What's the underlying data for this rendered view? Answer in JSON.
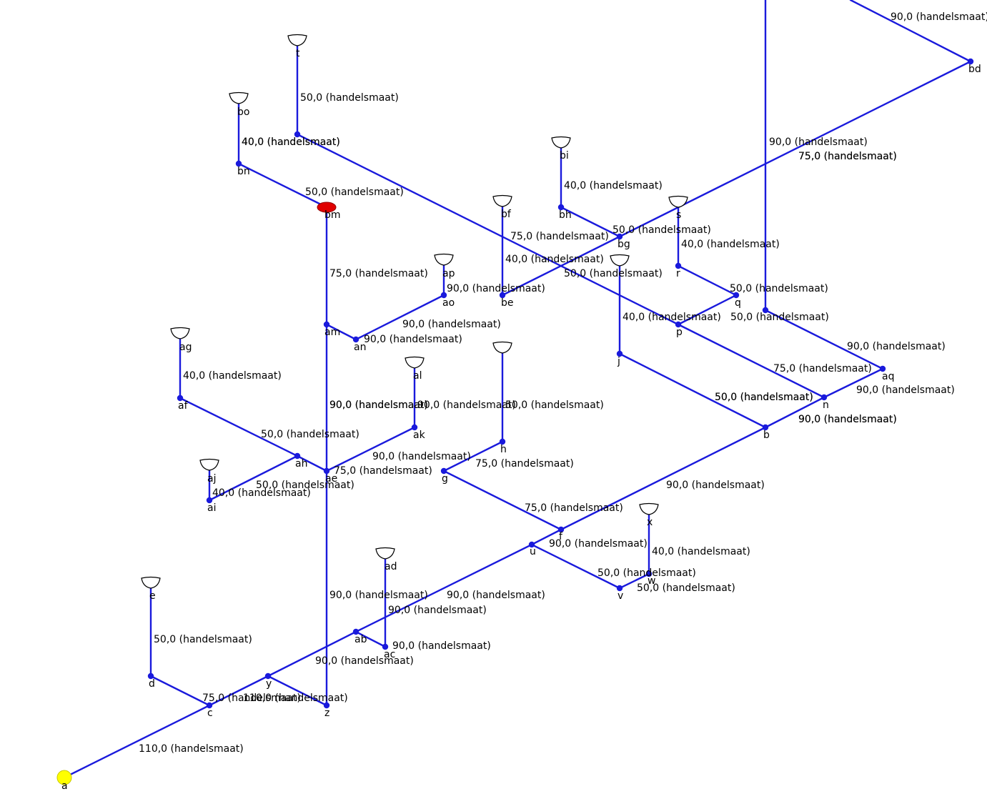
{
  "colors": {
    "pipe": "#1a1adc",
    "node": "#1a1adc",
    "source": "#ffff00",
    "pump": "#e00000",
    "text": "#000000",
    "fixture_stroke": "#000000"
  },
  "nodes": [
    {
      "id": "a",
      "kind": "source",
      "icon": "source-node-icon"
    },
    {
      "id": "c",
      "kind": "junction"
    },
    {
      "id": "d",
      "kind": "junction"
    },
    {
      "id": "e",
      "kind": "fixture",
      "icon": "outlet-fixture-icon"
    },
    {
      "id": "y",
      "kind": "junction"
    },
    {
      "id": "z",
      "kind": "junction"
    },
    {
      "id": "ab",
      "kind": "junction"
    },
    {
      "id": "ac",
      "kind": "junction"
    },
    {
      "id": "ad",
      "kind": "fixture",
      "icon": "outlet-fixture-icon"
    },
    {
      "id": "u",
      "kind": "junction"
    },
    {
      "id": "v",
      "kind": "junction"
    },
    {
      "id": "w",
      "kind": "junction"
    },
    {
      "id": "x",
      "kind": "fixture",
      "icon": "outlet-fixture-icon"
    },
    {
      "id": "f",
      "kind": "junction"
    },
    {
      "id": "g",
      "kind": "junction"
    },
    {
      "id": "h",
      "kind": "junction"
    },
    {
      "id": "i",
      "kind": "fixture",
      "icon": "outlet-fixture-icon"
    },
    {
      "id": "b",
      "kind": "junction"
    },
    {
      "id": "n",
      "kind": "junction"
    },
    {
      "id": "aq",
      "kind": "junction"
    },
    {
      "id": "j",
      "kind": "junction"
    },
    {
      "id": "k",
      "kind": "fixture",
      "icon": "outlet-fixture-icon"
    },
    {
      "id": "p",
      "kind": "junction"
    },
    {
      "id": "q",
      "kind": "junction"
    },
    {
      "id": "r",
      "kind": "junction"
    },
    {
      "id": "s",
      "kind": "fixture",
      "icon": "outlet-fixture-icon"
    },
    {
      "id": "bg",
      "kind": "junction"
    },
    {
      "id": "bh",
      "kind": "junction"
    },
    {
      "id": "bi",
      "kind": "fixture",
      "icon": "outlet-fixture-icon"
    },
    {
      "id": "be",
      "kind": "junction"
    },
    {
      "id": "bf",
      "kind": "fixture",
      "icon": "outlet-fixture-icon"
    },
    {
      "id": "bd",
      "kind": "junction"
    },
    {
      "id": "riser",
      "kind": "junction"
    },
    {
      "id": "ae",
      "kind": "junction"
    },
    {
      "id": "ah",
      "kind": "junction"
    },
    {
      "id": "af",
      "kind": "junction"
    },
    {
      "id": "ag",
      "kind": "fixture",
      "icon": "outlet-fixture-icon"
    },
    {
      "id": "ai",
      "kind": "junction"
    },
    {
      "id": "aj",
      "kind": "fixture",
      "icon": "outlet-fixture-icon"
    },
    {
      "id": "ak",
      "kind": "junction"
    },
    {
      "id": "al",
      "kind": "fixture",
      "icon": "outlet-fixture-icon"
    },
    {
      "id": "am",
      "kind": "junction"
    },
    {
      "id": "an",
      "kind": "junction"
    },
    {
      "id": "ao",
      "kind": "junction"
    },
    {
      "id": "ap",
      "kind": "fixture",
      "icon": "outlet-fixture-icon"
    },
    {
      "id": "bm",
      "kind": "pump",
      "icon": "pump-node-icon"
    },
    {
      "id": "bn",
      "kind": "junction"
    },
    {
      "id": "bo",
      "kind": "fixture",
      "icon": "outlet-fixture-icon"
    },
    {
      "id": "t",
      "kind": "junction"
    },
    {
      "id": "t_top",
      "kind": "fixture",
      "icon": "outlet-fixture-icon"
    }
  ],
  "node_labels": [
    {
      "node": "a",
      "text": "a"
    },
    {
      "node": "c",
      "text": "c"
    },
    {
      "node": "d",
      "text": "d"
    },
    {
      "node": "e",
      "text": "e"
    },
    {
      "node": "y",
      "text": "y"
    },
    {
      "node": "z",
      "text": "z"
    },
    {
      "node": "ab",
      "text": "ab"
    },
    {
      "node": "ac",
      "text": "ac"
    },
    {
      "node": "ad",
      "text": "ad"
    },
    {
      "node": "u",
      "text": "u"
    },
    {
      "node": "v",
      "text": "v"
    },
    {
      "node": "w",
      "text": "w"
    },
    {
      "node": "x",
      "text": "x"
    },
    {
      "node": "f",
      "text": "f"
    },
    {
      "node": "g",
      "text": "g"
    },
    {
      "node": "h",
      "text": "h"
    },
    {
      "node": "b",
      "text": "b"
    },
    {
      "node": "n",
      "text": "n"
    },
    {
      "node": "aq",
      "text": "aq"
    },
    {
      "node": "j",
      "text": "j"
    },
    {
      "node": "p",
      "text": "p"
    },
    {
      "node": "q",
      "text": "q"
    },
    {
      "node": "r",
      "text": "r"
    },
    {
      "node": "s",
      "text": "s"
    },
    {
      "node": "bg",
      "text": "bg"
    },
    {
      "node": "bh",
      "text": "bh"
    },
    {
      "node": "bi",
      "text": "bi"
    },
    {
      "node": "be",
      "text": "be"
    },
    {
      "node": "bf",
      "text": "bf"
    },
    {
      "node": "bd",
      "text": "bd"
    },
    {
      "node": "ae",
      "text": "ae"
    },
    {
      "node": "ah",
      "text": "ah"
    },
    {
      "node": "af",
      "text": "af"
    },
    {
      "node": "ag",
      "text": "ag"
    },
    {
      "node": "ai",
      "text": "ai"
    },
    {
      "node": "aj",
      "text": "aj"
    },
    {
      "node": "ak",
      "text": "ak"
    },
    {
      "node": "al",
      "text": "al"
    },
    {
      "node": "am",
      "text": "am"
    },
    {
      "node": "an",
      "text": "an"
    },
    {
      "node": "ao",
      "text": "ao"
    },
    {
      "node": "ap",
      "text": "ap"
    },
    {
      "node": "bm",
      "text": "bm"
    },
    {
      "node": "bn",
      "text": "bn"
    },
    {
      "node": "bo",
      "text": "bo"
    },
    {
      "node": "t_top",
      "text": "t"
    }
  ],
  "pipes": [
    {
      "from": "a",
      "to": "c",
      "label": "110,0 (handelsmaat)"
    },
    {
      "from": "c",
      "to": "d",
      "label": ""
    },
    {
      "from": "d",
      "to": "e",
      "label": "50,0 (handelsmaat)"
    },
    {
      "from": "c",
      "to": "y",
      "label": "75,0 (handelsmaat)"
    },
    {
      "from": "y",
      "to": "z",
      "label": "110,0 (handelsmaat)"
    },
    {
      "from": "y",
      "to": "ab",
      "label": "90,0 (handelsmaat)"
    },
    {
      "from": "ab",
      "to": "ac",
      "label": "90,0 (handelsmaat)"
    },
    {
      "from": "ac",
      "to": "ad",
      "label": "90,0 (handelsmaat)"
    },
    {
      "from": "ab",
      "to": "u",
      "label": "90,0 (handelsmaat)"
    },
    {
      "from": "u",
      "to": "v",
      "label": "50,0 (handelsmaat)"
    },
    {
      "from": "v",
      "to": "w",
      "label": "50,0 (handelsmaat)"
    },
    {
      "from": "w",
      "to": "x",
      "label": "40,0 (handelsmaat)"
    },
    {
      "from": "u",
      "to": "f",
      "label": "90,0 (handelsmaat)"
    },
    {
      "from": "f",
      "to": "g",
      "label": "75,0 (handelsmaat)"
    },
    {
      "from": "g",
      "to": "h",
      "label": "75,0 (handelsmaat)"
    },
    {
      "from": "h",
      "to": "i",
      "label": "50,0 (handelsmaat)"
    },
    {
      "from": "f",
      "to": "b",
      "label": "90,0 (handelsmaat)"
    },
    {
      "from": "b",
      "to": "n",
      "label": "90,0 (handelsmaat)"
    },
    {
      "from": "n",
      "to": "aq",
      "label": "90,0 (handelsmaat)"
    },
    {
      "from": "b",
      "to": "j",
      "label": "50,0 (handelsmaat)"
    },
    {
      "from": "j",
      "to": "k",
      "label": "40,0 (handelsmaat)"
    },
    {
      "from": "n",
      "to": "p",
      "label": "75,0 (handelsmaat)"
    },
    {
      "from": "p",
      "to": "q",
      "label": "50,0 (handelsmaat)"
    },
    {
      "from": "q",
      "to": "r",
      "label": "50,0 (handelsmaat)"
    },
    {
      "from": "r",
      "to": "s",
      "label": "40,0 (handelsmaat)"
    },
    {
      "from": "p",
      "to": "t",
      "label": "75,0 (handelsmaat)"
    },
    {
      "from": "t",
      "to": "t_top",
      "label": "50,0 (handelsmaat)"
    },
    {
      "from": "aq",
      "to": "riser",
      "label": "90,0 (handelsmaat)"
    },
    {
      "from": "riser",
      "to": "top_exit",
      "label": "90,0 (handelsmaat)"
    },
    {
      "from": "bd",
      "to": "corner_exit",
      "label": "90,0 (handelsmaat)"
    },
    {
      "from": "bd",
      "to": "bg",
      "label": "75,0 (handelsmaat)"
    },
    {
      "from": "bg",
      "to": "bh",
      "label": "50,0 (handelsmaat)"
    },
    {
      "from": "bh",
      "to": "bi",
      "label": "40,0 (handelsmaat)"
    },
    {
      "from": "bg",
      "to": "be",
      "label": "50,0 (handelsmaat)"
    },
    {
      "from": "be",
      "to": "bf",
      "label": "40,0 (handelsmaat)"
    },
    {
      "from": "z",
      "to": "ae",
      "label": "90,0 (handelsmaat)"
    },
    {
      "from": "ae",
      "to": "ah",
      "label": "50,0 (handelsmaat)"
    },
    {
      "from": "ah",
      "to": "af",
      "label": "50,0 (handelsmaat)"
    },
    {
      "from": "af",
      "to": "ag",
      "label": "40,0 (handelsmaat)"
    },
    {
      "from": "ah",
      "to": "ai",
      "label": "40,0 (handelsmaat)"
    },
    {
      "from": "ai",
      "to": "aj",
      "label": ""
    },
    {
      "from": "ae",
      "to": "ak",
      "label": "75,0 (handelsmaat)"
    },
    {
      "from": "ak",
      "to": "al",
      "label": "90,0 (handelsmaat)"
    },
    {
      "from": "ae",
      "to": "am",
      "label": "90,0 (handelsmaat)"
    },
    {
      "from": "am",
      "to": "an",
      "label": "90,0 (handelsmaat)"
    },
    {
      "from": "an",
      "to": "ao",
      "label": "90,0 (handelsmaat)"
    },
    {
      "from": "ao",
      "to": "ap",
      "label": "90,0 (handelsmaat)"
    },
    {
      "from": "am",
      "to": "bm",
      "label": "75,0 (handelsmaat)"
    },
    {
      "from": "bm",
      "to": "bn",
      "label": "50,0 (handelsmaat)"
    },
    {
      "from": "bn",
      "to": "bo",
      "label": "40,0 (handelsmaat)"
    }
  ],
  "extra_labels": [
    "90,0 (handelsmaat)",
    "90,0 (handelsmaat)",
    "90,0 (handelsmaat)",
    "75,0 (handelsmaat)",
    "50,0 (handelsmaat)",
    "40,0 (handelsmaat)"
  ]
}
